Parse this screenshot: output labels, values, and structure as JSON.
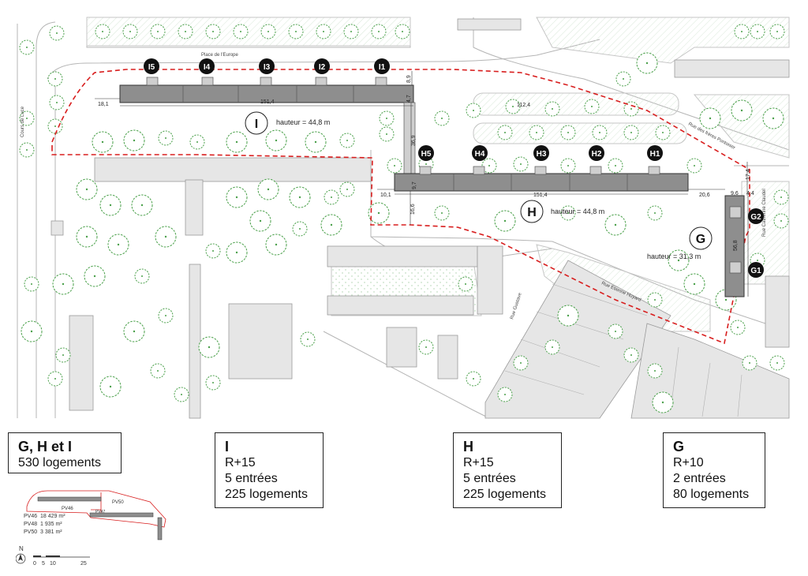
{
  "map": {
    "places": {
      "place_europe": "Place de l'Europe",
      "cours_luce": "Cours de Luce",
      "rue_freres": "Rue des frères Pontoiser",
      "rue_catherine": "Rue Catherine Claudel",
      "rue_gustave": "Rue Gustave",
      "rue_etienne": "Rue Etienne Huyard"
    },
    "entrances_I": [
      "I5",
      "I4",
      "I3",
      "I2",
      "I1"
    ],
    "entrances_H": [
      "H5",
      "H4",
      "H3",
      "H2",
      "H1"
    ],
    "entrances_G": [
      "G2",
      "G1"
    ],
    "building_labels": {
      "I": "I",
      "H": "H",
      "G": "G"
    },
    "heights": {
      "I": "hauteur = 44,8 m",
      "H": "hauteur = 44,8 m",
      "G": "hauteur = 31,3 m"
    },
    "dimensions": {
      "i_len": "151,4",
      "i_left": "18,1",
      "i_depth": "8,9",
      "i_small": "4,7",
      "gap_ih": "36,9",
      "h_len": "151,4",
      "h_left": "10,1",
      "h_depth": "9,7",
      "h_below": "16,6",
      "h_right": "20,6",
      "g_w": "9,6",
      "g_side": "4,4",
      "g_top": "17,4",
      "g_len": "56,8",
      "parking": "112,4"
    }
  },
  "summary": {
    "title": "G, H et I",
    "count": "530 logements"
  },
  "cards": [
    {
      "title": "I",
      "levels": "R+15",
      "entrances": "5 entrées",
      "units": "225 logements"
    },
    {
      "title": "H",
      "levels": "R+15",
      "entrances": "5 entrées",
      "units": "225 logements"
    },
    {
      "title": "G",
      "levels": "R+10",
      "entrances": "2 entrées",
      "units": "80 logements"
    }
  ],
  "legend": {
    "plots": [
      "PV46",
      "PV47",
      "PV50"
    ],
    "areas": [
      {
        "plot": "PV46",
        "area": "18 429 m²"
      },
      {
        "plot": "PV48",
        "area": "1 935 m²"
      },
      {
        "plot": "PV50",
        "area": "3 381 m²"
      }
    ],
    "north": "N",
    "scale": [
      "0",
      "5",
      "10",
      "25"
    ]
  }
}
